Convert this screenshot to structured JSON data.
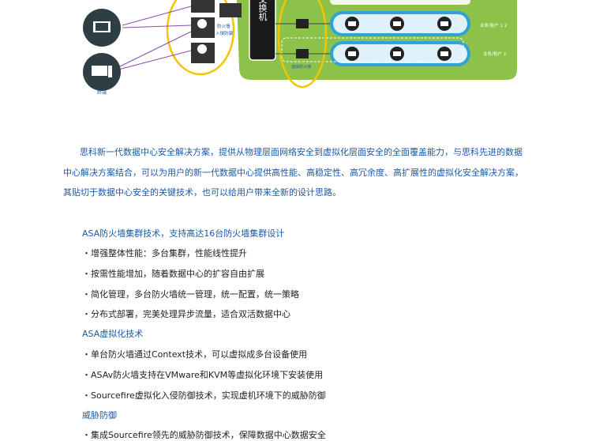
{
  "diagram": {
    "terminal_label": "终端",
    "firewall_label": "防火墙",
    "ips_label": "入侵防御",
    "switch_label": "交换机",
    "virtual_fw_label": "虚拟防火墙",
    "tenant_label_1": "业务/租户 1 2",
    "tenant_label_2": "业务/租户 2"
  },
  "intro": {
    "line1": "思科新一代数据中心安全解决方案，提供从物理层面网络安全到虚拟化层面安全的全面覆盖能力，与思科先进的数据",
    "line2": "中心解决方案结合，可以为用户的新一代数据中心提供高性能、高稳定性、高冗余度、高扩展性的虚拟化安全解决方案，",
    "line3": "其贴切于数据中心安全的关键技术，也可以给用户带来全新的设计思路。"
  },
  "sections": [
    {
      "heading": "ASA防火墙集群技术，支持高达16台防火墙集群设计",
      "bullets": [
        "・增强整体性能：多台集群，性能线性提升",
        "・按需性能增加，随着数据中心的扩容自由扩展",
        "・简化管理，多台防火墙统一管理，统一配置，统一策略",
        "・分布式部署，完美处理异步流量，适合双活数据中心"
      ]
    },
    {
      "heading": "ASA虚拟化技术",
      "bullets": [
        "・单台防火墙通过Context技术，可以虚拟成多台设备使用",
        "・ASAv防火墙支持在VMware和KVM等虚拟化环境下安装使用",
        "・Sourcefire虚拟化入侵防御技术，实现虚机环境下的威胁防御"
      ]
    },
    {
      "heading": "威胁防御",
      "bullets": [
        "・集成Sourcefire领先的威胁防御技术，保障数据中心数据安全"
      ]
    }
  ]
}
